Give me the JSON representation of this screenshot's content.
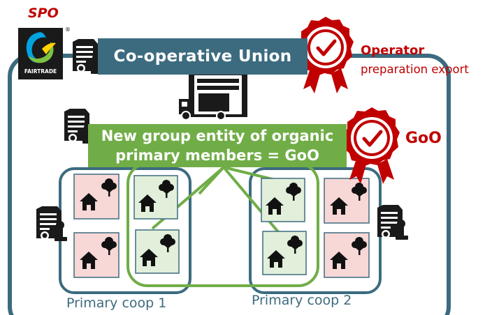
{
  "spo_label": "SPO",
  "fairtrade": {
    "wordmark": "FAIRTRADE",
    "registered": "®"
  },
  "union_title": "Co-operative Union",
  "operator": {
    "title": "Operator",
    "subtitle": "preparation export"
  },
  "goo_label": "GoO",
  "group_entity": {
    "line1": "New group entity of organic",
    "line2": "primary members = GoO"
  },
  "coops": [
    {
      "caption": "Primary coop 1"
    },
    {
      "caption": "Primary coop 2"
    }
  ],
  "colors": {
    "union_blue": "#3c6b7f",
    "organic_green": "#70ad47",
    "conventional_pink": "#f8d7d7",
    "organic_tile": "#e2efda",
    "seal_red": "#c00000"
  },
  "icons": [
    "fairtrade-logo",
    "certificate-icon",
    "warehouse-truck-icon",
    "seal-icon",
    "house-tree-icon"
  ]
}
